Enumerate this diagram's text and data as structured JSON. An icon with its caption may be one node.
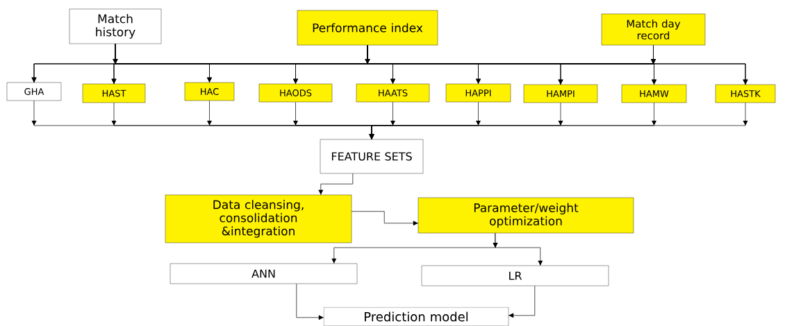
{
  "diagram": {
    "nodes": [
      {
        "text": [
          "Match history"
        ]
      },
      {
        "text": [
          "Performance index"
        ]
      },
      {
        "text": [
          "Match day record"
        ]
      },
      {
        "text": [
          "GHA"
        ]
      },
      {
        "text": [
          "HAST"
        ]
      },
      {
        "text": [
          "HAC"
        ]
      },
      {
        "text": [
          "HAODS"
        ]
      },
      {
        "text": [
          "HAATS"
        ]
      },
      {
        "text": [
          "HAPPI"
        ]
      },
      {
        "text": [
          "HAMPI"
        ]
      },
      {
        "text": [
          "HAMW"
        ]
      },
      {
        "text": [
          "HASTK"
        ]
      },
      {
        "text": [
          "FEATURE SETS"
        ]
      },
      {
        "text": [
          "Data cleansing, consolidation &integration"
        ]
      },
      {
        "text": [
          "Parameter/weight optimization"
        ]
      },
      {
        "text": [
          "ANN"
        ]
      },
      {
        "text": [
          "LR"
        ]
      },
      {
        "text": [
          "Prediction model"
        ]
      }
    ],
    "edges": [
      {
        "from": 0,
        "to": 3,
        "arrow": "to"
      },
      {
        "from": 0,
        "to": 4,
        "arrow": "to"
      },
      {
        "from": 0,
        "to": 5,
        "arrow": "to"
      },
      {
        "from": 0,
        "to": 6,
        "arrow": "to"
      },
      {
        "from": 0,
        "to": 7,
        "arrow": "to"
      },
      {
        "from": 0,
        "to": 8,
        "arrow": "to"
      },
      {
        "from": 0,
        "to": 9,
        "arrow": "to"
      },
      {
        "from": 0,
        "to": 10,
        "arrow": "to"
      },
      {
        "from": 0,
        "to": 11,
        "arrow": "to"
      },
      {
        "from": 1,
        "to": 3,
        "arrow": "to"
      },
      {
        "from": 1,
        "to": 4,
        "arrow": "to"
      },
      {
        "from": 1,
        "to": 5,
        "arrow": "to"
      },
      {
        "from": 1,
        "to": 6,
        "arrow": "to"
      },
      {
        "from": 1,
        "to": 7,
        "arrow": "to"
      },
      {
        "from": 1,
        "to": 8,
        "arrow": "to"
      },
      {
        "from": 1,
        "to": 9,
        "arrow": "to"
      },
      {
        "from": 1,
        "to": 10,
        "arrow": "to"
      },
      {
        "from": 1,
        "to": 11,
        "arrow": "to"
      },
      {
        "from": 2,
        "to": 3,
        "arrow": "to"
      },
      {
        "from": 2,
        "to": 4,
        "arrow": "to"
      },
      {
        "from": 2,
        "to": 5,
        "arrow": "to"
      },
      {
        "from": 2,
        "to": 6,
        "arrow": "to"
      },
      {
        "from": 2,
        "to": 7,
        "arrow": "to"
      },
      {
        "from": 2,
        "to": 8,
        "arrow": "to"
      },
      {
        "from": 2,
        "to": 9,
        "arrow": "to"
      },
      {
        "from": 2,
        "to": 10,
        "arrow": "to"
      },
      {
        "from": 2,
        "to": 11,
        "arrow": "to"
      },
      {
        "from": 3,
        "to": 12,
        "arrow": "to"
      },
      {
        "from": 4,
        "to": 12,
        "arrow": "to"
      },
      {
        "from": 5,
        "to": 12,
        "arrow": "to"
      },
      {
        "from": 6,
        "to": 12,
        "arrow": "to"
      },
      {
        "from": 7,
        "to": 12,
        "arrow": "to"
      },
      {
        "from": 8,
        "to": 12,
        "arrow": "to"
      },
      {
        "from": 9,
        "to": 12,
        "arrow": "to"
      },
      {
        "from": 10,
        "to": 12,
        "arrow": "to"
      },
      {
        "from": 11,
        "to": 12,
        "arrow": "to"
      },
      {
        "from": 12,
        "to": 13,
        "arrow": "to"
      },
      {
        "from": 13,
        "to": 14,
        "arrow": "to"
      },
      {
        "from": 14,
        "to": 15,
        "arrow": "to"
      },
      {
        "from": 14,
        "to": 16,
        "arrow": "to"
      },
      {
        "from": 15,
        "to": 17,
        "arrow": "to"
      },
      {
        "from": 16,
        "to": 17,
        "arrow": "to"
      }
    ]
  }
}
